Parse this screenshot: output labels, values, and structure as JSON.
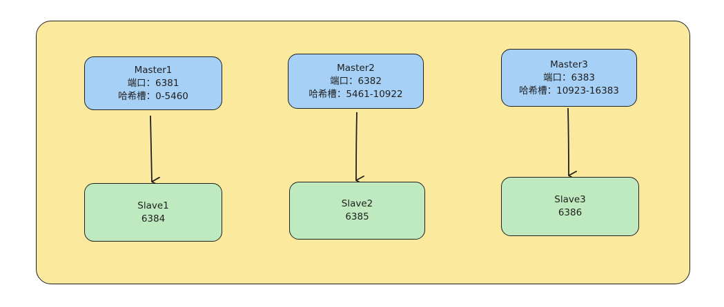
{
  "colors": {
    "container_fill": "#fbea9e",
    "master_fill": "#a6d0f5",
    "slave_fill": "#bfeabf",
    "stroke": "#1e1e1e"
  },
  "masters": [
    {
      "name": "Master1",
      "port": "端口：6381",
      "slots": "哈希槽：0-5460"
    },
    {
      "name": "Master2",
      "port": "端口：6382",
      "slots": "哈希槽：5461-10922"
    },
    {
      "name": "Master3",
      "port": "端口：6383",
      "slots": "哈希槽：10923-16383"
    }
  ],
  "slaves": [
    {
      "name": "Slave1",
      "port": "6384"
    },
    {
      "name": "Slave2",
      "port": "6385"
    },
    {
      "name": "Slave3",
      "port": "6386"
    }
  ]
}
